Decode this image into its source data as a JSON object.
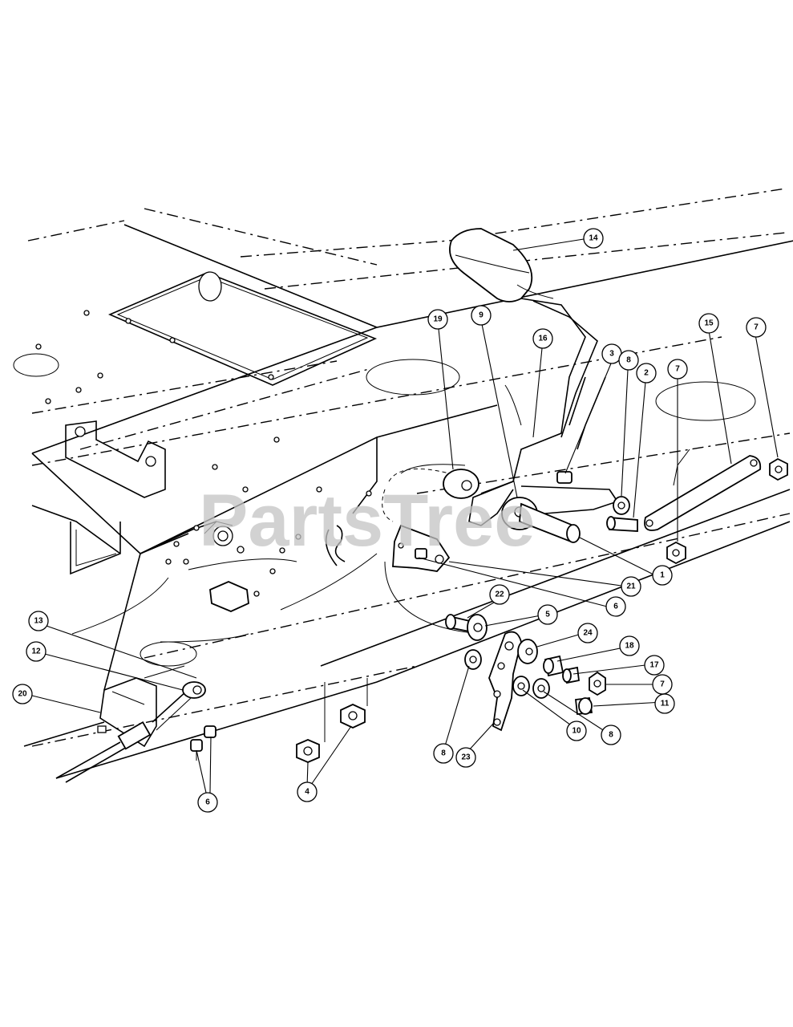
{
  "watermark": "PartsTree",
  "callouts": [
    {
      "id": "c14",
      "label": "14"
    },
    {
      "id": "c19",
      "label": "19"
    },
    {
      "id": "c9",
      "label": "9"
    },
    {
      "id": "c16",
      "label": "16"
    },
    {
      "id": "c3",
      "label": "3"
    },
    {
      "id": "c8a",
      "label": "8"
    },
    {
      "id": "c2",
      "label": "2"
    },
    {
      "id": "c7a",
      "label": "7"
    },
    {
      "id": "c15",
      "label": "15"
    },
    {
      "id": "c7b",
      "label": "7"
    },
    {
      "id": "c1",
      "label": "1"
    },
    {
      "id": "c21",
      "label": "21"
    },
    {
      "id": "c6a",
      "label": "6"
    },
    {
      "id": "c22",
      "label": "22"
    },
    {
      "id": "c5",
      "label": "5"
    },
    {
      "id": "c24",
      "label": "24"
    },
    {
      "id": "c18",
      "label": "18"
    },
    {
      "id": "c17",
      "label": "17"
    },
    {
      "id": "c7c",
      "label": "7"
    },
    {
      "id": "c11",
      "label": "11"
    },
    {
      "id": "c8b",
      "label": "8"
    },
    {
      "id": "c10",
      "label": "10"
    },
    {
      "id": "c8c",
      "label": "8"
    },
    {
      "id": "c23",
      "label": "23"
    },
    {
      "id": "c13",
      "label": "13"
    },
    {
      "id": "c12",
      "label": "12"
    },
    {
      "id": "c20",
      "label": "20"
    },
    {
      "id": "c6b",
      "label": "6"
    },
    {
      "id": "c4",
      "label": "4"
    }
  ]
}
